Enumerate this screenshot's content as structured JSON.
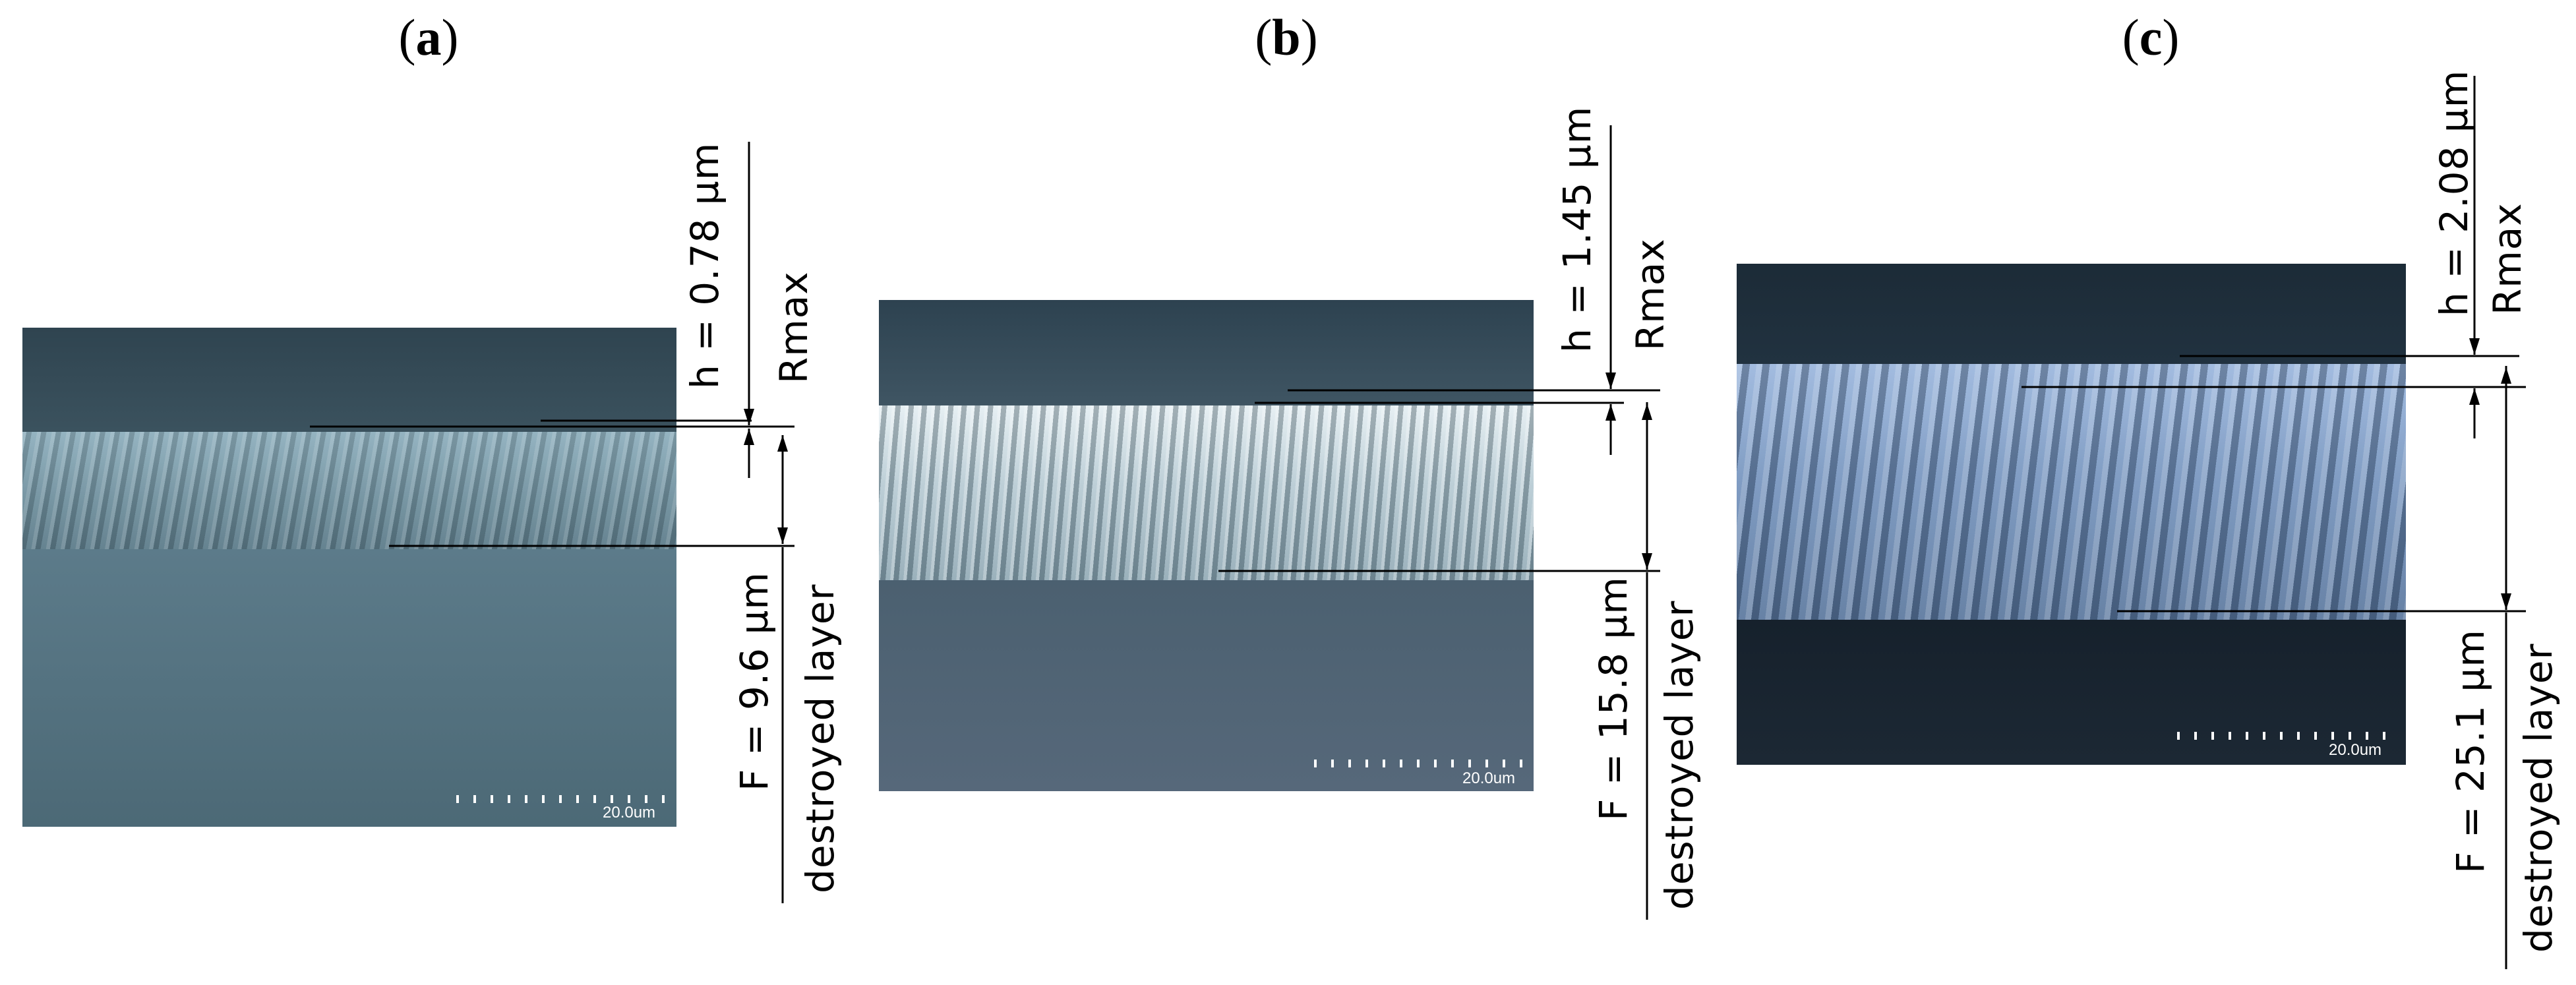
{
  "panels": [
    {
      "label": "a",
      "height_text": "h = 0.78 µm",
      "roughness_text": "Rmax",
      "thickness_text": "F = 9.6 µm",
      "layer_text": "destroyed layer",
      "scale_text": "20.0um"
    },
    {
      "label": "b",
      "height_text": "h = 1.45 µm",
      "roughness_text": "Rmax",
      "thickness_text": "F = 15.8 µm",
      "layer_text": "destroyed layer",
      "scale_text": "20.0um"
    },
    {
      "label": "c",
      "height_text": "h = 2.08 µm",
      "roughness_text": "Rmax",
      "thickness_text": "F = 25.1 µm",
      "layer_text": "destroyed layer",
      "scale_text": "20.0um"
    }
  ]
}
